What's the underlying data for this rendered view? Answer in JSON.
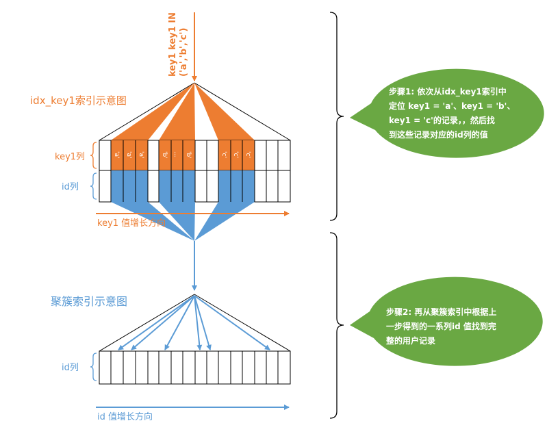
{
  "top_query": {
    "line1": "key1 key1 IN",
    "line2": "('a','b','c')"
  },
  "secondary_title": "idx_key1索引示意图",
  "key1_column_label": "key1列",
  "id_column_label_top": "id列",
  "key1_cells": [
    "'a'",
    "'a'",
    "'a'",
    "'b'",
    "...",
    "'b'",
    "'c'",
    "'c'",
    "'c'"
  ],
  "key1_axis_label": "key1 值增长方向",
  "clustered_title": "聚簇索引示意图",
  "id_column_label_bottom": "id列",
  "id_axis_label": "id 值增长方向",
  "step1": {
    "lines": [
      "步骤1: 依次从idx_key1索引中",
      "定位 key1 = 'a'、key1 = 'b'、",
      "key1 = 'c'的记录，，然后找",
      "到这些记录对应的id列的值"
    ]
  },
  "step2": {
    "lines": [
      "步骤2: 再从聚簇索引中根据上",
      "一步得到的一系列id 值找到完",
      "整的用户记录"
    ]
  },
  "colors": {
    "orange": "#ED7D31",
    "blue": "#5B9BD5",
    "green": "#6AA843",
    "line": "#000000"
  }
}
